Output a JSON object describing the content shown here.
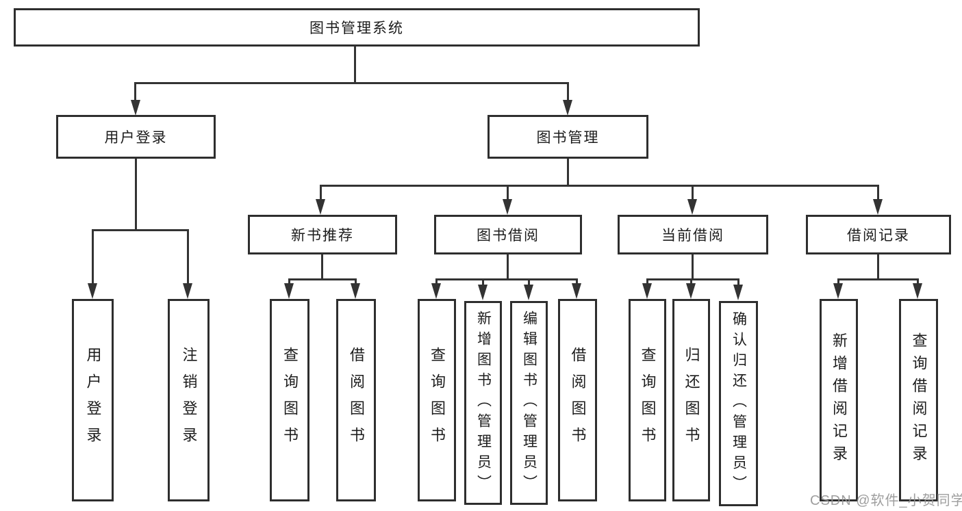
{
  "tree": {
    "root": {
      "label": "图书管理系统"
    },
    "level1": [
      {
        "label": "用户登录"
      },
      {
        "label": "图书管理"
      }
    ],
    "level2": [
      {
        "label": "新书推荐"
      },
      {
        "label": "图书借阅"
      },
      {
        "label": "当前借阅"
      },
      {
        "label": "借阅记录"
      }
    ],
    "leaves": [
      {
        "label": "用户登录"
      },
      {
        "label": "注销登录"
      },
      {
        "label": "查询图书"
      },
      {
        "label": "借阅图书"
      },
      {
        "label": "查询图书"
      },
      {
        "label": "新增图书（管理员）"
      },
      {
        "label": "编辑图书（管理员）"
      },
      {
        "label": "借阅图书"
      },
      {
        "label": "查询图书"
      },
      {
        "label": "归还图书"
      },
      {
        "label": "确认归还（管理员）"
      },
      {
        "label": "新增借阅记录"
      },
      {
        "label": "查询借阅记录"
      }
    ]
  },
  "watermark": {
    "text": "CSDN @软件_小贺同学"
  },
  "colors": {
    "line": "#333333",
    "border": "#2e2e2e",
    "text": "#1c1c1c",
    "watermark": "#949494"
  }
}
